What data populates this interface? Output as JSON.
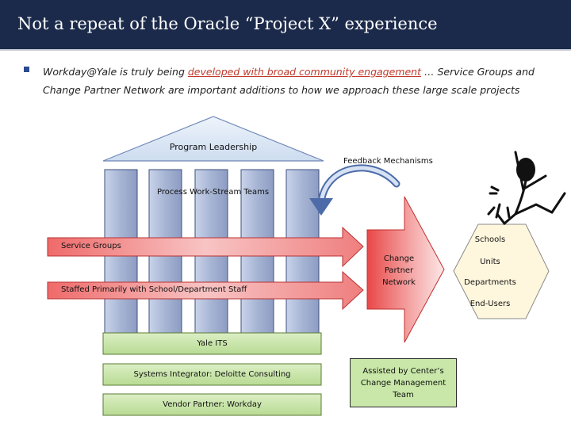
{
  "slide": {
    "title": "Not a repeat of the Oracle “Project X” experience"
  },
  "bullet": {
    "part1": "Workday@Yale is truly being ",
    "highlight": "developed with broad community engagement",
    "part2": " … Service Groups and Change Partner Network are important additions to how we approach these large scale projects"
  },
  "diagram": {
    "program_leadership": "Program Leadership",
    "process_work_stream_teams": "Process Work-Stream Teams",
    "service_groups": "Service Groups",
    "staffed_primarily": "Staffed Primarily with School/Department Staff",
    "yale_its": "Yale ITS",
    "systems_integrator": "Systems Integrator: Deloitte Consulting",
    "vendor_partner": "Vendor Partner: Workday",
    "feedback_mechanisms": "Feedback Mechanisms",
    "change_partner_network": [
      "Change",
      "Partner",
      "Network"
    ],
    "hexagon_labels": [
      "Schools",
      "Units",
      "Departments",
      "End-Users"
    ],
    "assisted_by": "Assisted by Center’s Change Management Team"
  },
  "colors": {
    "title_bar": "#1b2a4a",
    "column_fill": "#a8b6d6",
    "roof_fill": "#d6e4f5",
    "arrow_red": "#ec5a5a",
    "arrow_pink": "#fbe0e0",
    "green_box": "#c8e7a8",
    "hexagon_fill": "#fff4d0"
  }
}
